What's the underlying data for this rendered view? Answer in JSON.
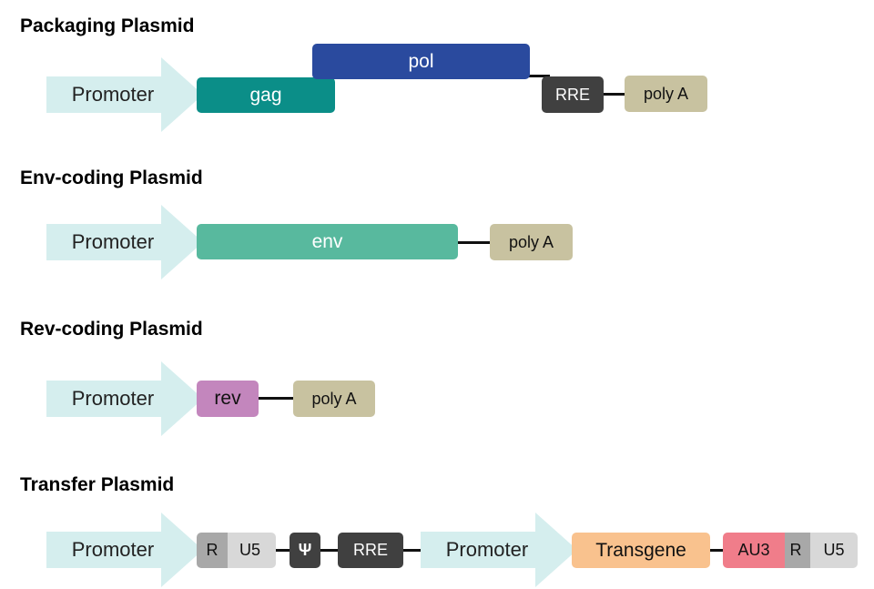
{
  "colors": {
    "promoter": "#d5eeee",
    "gag": "#0b8e88",
    "pol": "#2a4a9e",
    "rre": "#404040",
    "polyA": "#c8c2a0",
    "env": "#58b99e",
    "rev": "#c386bd",
    "r": "#a8a8a8",
    "u5": "#d8d8d8",
    "psi": "#404040",
    "transgene": "#f9c28e",
    "au3": "#f07d8a"
  },
  "packaging": {
    "title": "Packaging Plasmid",
    "promoter": "Promoter",
    "gag": "gag",
    "pol": "pol",
    "rre": "RRE",
    "polyA": "poly A"
  },
  "env_plasmid": {
    "title": "Env-coding Plasmid",
    "promoter": "Promoter",
    "env": "env",
    "polyA": "poly A"
  },
  "rev_plasmid": {
    "title": "Rev-coding Plasmid",
    "promoter": "Promoter",
    "rev": "rev",
    "polyA": "poly A"
  },
  "transfer": {
    "title": "Transfer Plasmid",
    "promoter1": "Promoter",
    "r1": "R",
    "u5_1": "U5",
    "psi": "Ψ",
    "rre": "RRE",
    "promoter2": "Promoter",
    "transgene": "Transgene",
    "au3": "AU3",
    "r2": "R",
    "u5_2": "U5"
  }
}
